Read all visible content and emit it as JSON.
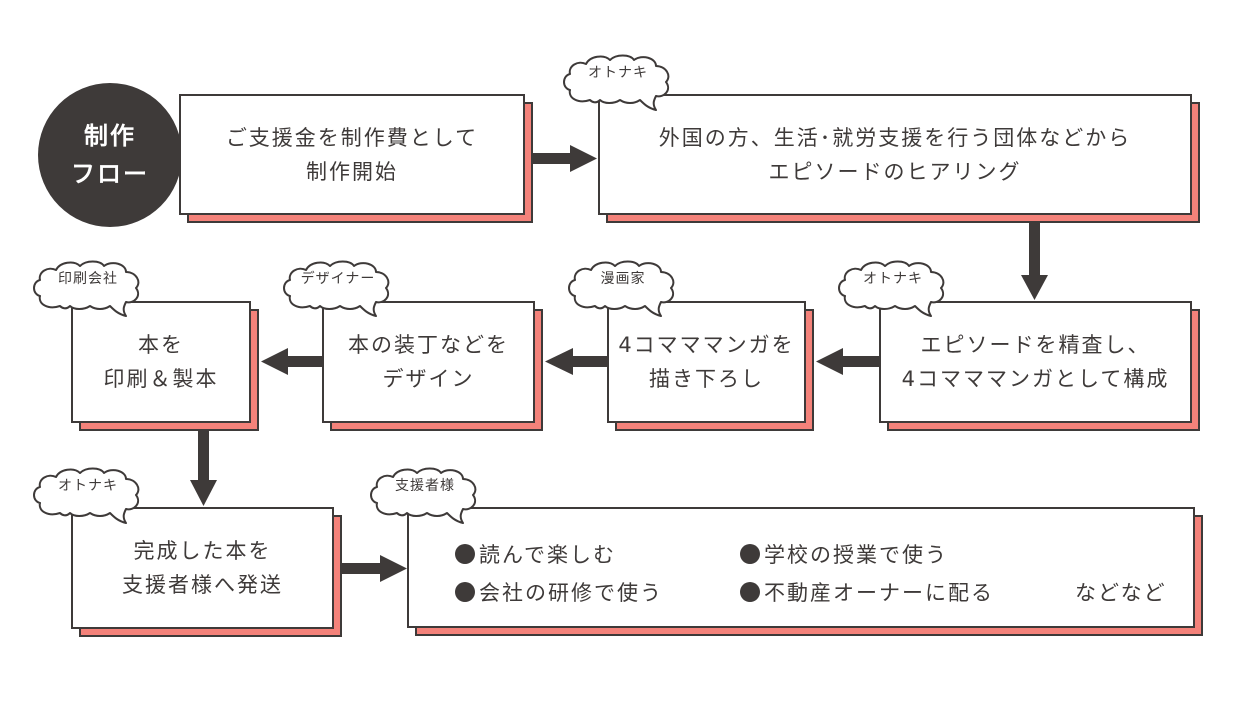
{
  "colors": {
    "ink": "#3e3a39",
    "accent_shadow": "#f4827a",
    "box_fill": "#ffffff"
  },
  "header_badge": {
    "line1": "制作",
    "line2": "フロー"
  },
  "steps": [
    {
      "id": 1,
      "actor": "",
      "lines": [
        "ご支援金を制作費として",
        "制作開始"
      ]
    },
    {
      "id": 2,
      "actor": "オトナキ",
      "lines": [
        "外国の方、生活･就労支援を行う団体などから",
        "エピソードのヒアリング"
      ]
    },
    {
      "id": 3,
      "actor": "オトナキ",
      "lines": [
        "エピソードを精査し、",
        "4コマママンガとして構成"
      ]
    },
    {
      "id": 4,
      "actor": "漫画家",
      "lines": [
        "4コマママンガを",
        "描き下ろし"
      ]
    },
    {
      "id": 5,
      "actor": "デザイナー",
      "lines": [
        "本の装丁などを",
        "デザイン"
      ]
    },
    {
      "id": 6,
      "actor": "印刷会社",
      "lines": [
        "本を",
        "印刷＆製本"
      ]
    },
    {
      "id": 7,
      "actor": "オトナキ",
      "lines": [
        "完成した本を",
        "支援者様へ発送"
      ]
    },
    {
      "id": 8,
      "actor": "支援者様",
      "uses": [
        "読んで楽しむ",
        "学校の授業で使う",
        "会社の研修で使う",
        "不動産オーナーに配る"
      ],
      "suffix": "などなど"
    }
  ],
  "flow": [
    "1→2",
    "2→3",
    "3→4",
    "4→5",
    "5→6",
    "6→7",
    "7→8"
  ]
}
